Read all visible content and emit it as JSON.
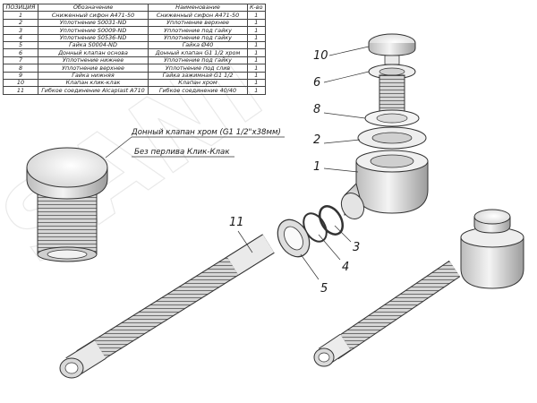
{
  "table": {
    "headers": [
      "ПОЗИЦИЯ",
      "Обозначение",
      "Наименование",
      "К-во"
    ],
    "rows": [
      [
        "1",
        "Сниженный сифон A471-50",
        "Сниженный сифон A471-50",
        "1"
      ],
      [
        "2",
        "Уплотнение S0031-ND",
        "Уплотнение верхнее",
        "1"
      ],
      [
        "3",
        "Уплотнение S0009-ND",
        "Уплотнение под гайку",
        "1"
      ],
      [
        "4",
        "Уплотнение S0536-ND",
        "Уплотнение под гайку",
        "1"
      ],
      [
        "5",
        "Гайка S0004-ND",
        "Гайка Ø40",
        "1"
      ],
      [
        "6",
        "Донный клапан основа",
        "Донный клапан G1 1/2 хром",
        "1"
      ],
      [
        "7",
        "Уплотнение нижнее",
        "Уплотнение под гайку",
        "1"
      ],
      [
        "8",
        "Уплотнение верхнее",
        "Уплотнение под слив",
        "1"
      ],
      [
        "9",
        "Гайка нижняя",
        "Гайка зажимная G1 1/2",
        "1"
      ],
      [
        "10",
        "Клапан клик-клак",
        "Клапан хром",
        "1"
      ],
      [
        "11",
        "Гибкое соединение Alcaplast A710",
        "Гибкое соединение 40/40",
        "1"
      ]
    ]
  },
  "notes": {
    "valve": "Донный клапан хром (G1 1/2\"x38мм)",
    "no_overflow": "Без перлива Клик-Клак"
  },
  "callouts": {
    "c10": "10",
    "c6": "6",
    "c8": "8",
    "c2": "2",
    "c1": "1",
    "c11": "11",
    "c3": "3",
    "c4": "4",
    "c5": "5"
  },
  "watermark": "SANI"
}
